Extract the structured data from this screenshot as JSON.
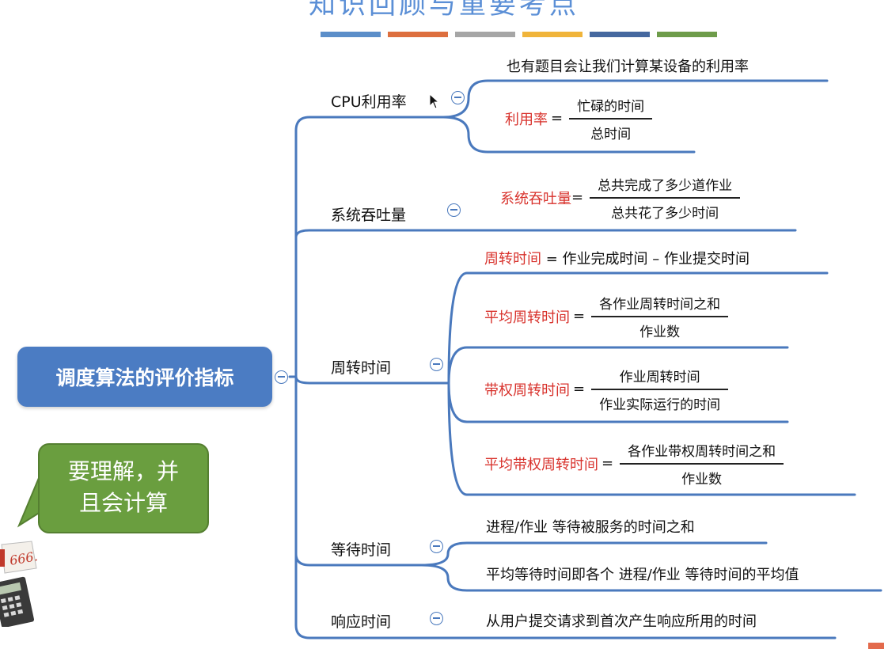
{
  "header": {
    "title": "知识回顾与重要考点"
  },
  "accent_bars": [
    "#5b8ec9",
    "#dd6f3e",
    "#a6a6a6",
    "#f0b43a",
    "#45689f",
    "#6e9c4a"
  ],
  "root": {
    "label": "调度算法的评价指标",
    "color": "#4b7cc3"
  },
  "branches": {
    "cpu": {
      "label": "CPU利用率",
      "note": "也有题目会让我们计算某设备的利用率",
      "formula": {
        "lhs": "利用率",
        "eq": "=",
        "num": "忙碌的时间",
        "den": "总时间"
      }
    },
    "throughput": {
      "label": "系统吞吐量",
      "formula": {
        "lhs": "系统吞吐量",
        "eq": "=",
        "num": "总共完成了多少道作业",
        "den": "总共花了多少时间"
      }
    },
    "turnaround": {
      "label": "周转时间",
      "def": {
        "lhs": "周转时间",
        "rhs": "= 作业完成时间 – 作业提交时间"
      },
      "avg": {
        "lhs": "平均周转时间",
        "eq": "=",
        "num": "各作业周转时间之和",
        "den": "作业数"
      },
      "weighted": {
        "lhs": "带权周转时间",
        "eq": "=",
        "num": "作业周转时间",
        "den": "作业实际运行的时间"
      },
      "avg_weighted": {
        "lhs": "平均带权周转时间",
        "eq": "=",
        "num": "各作业带权周转时间之和",
        "den": "作业数"
      }
    },
    "waiting": {
      "label": "等待时间",
      "item1": "进程/作业 等待被服务的时间之和",
      "item2": "平均等待时间即各个 进程/作业 等待时间的平均值"
    },
    "response": {
      "label": "响应时间",
      "item": "从用户提交请求到首次产生响应所用的时间"
    }
  },
  "bubble": {
    "line1": "要理解，并",
    "line2": "且会计算"
  },
  "calculator": {
    "label": "666."
  },
  "colors": {
    "line": "#4a79bd",
    "highlight": "#d8322c",
    "bubble": "#6a9e3f"
  }
}
